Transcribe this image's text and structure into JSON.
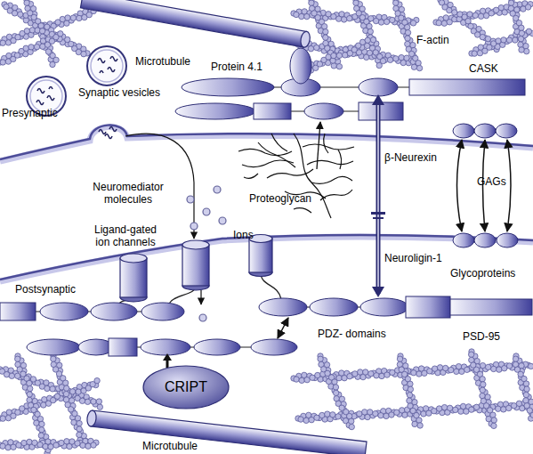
{
  "diagram": {
    "nodes": [
      {
        "text": [
          "CRIPT"
        ]
      }
    ],
    "labels": [
      "Microtubule",
      "F-actin",
      "Protein 4.1",
      "CASK",
      "Synaptic vesicles",
      "Presynaptic",
      "β-Neurexin",
      "Neuromediator molecules",
      "Proteoglycan",
      "GAGs",
      "Ligand-gated ion channels",
      "Ions",
      "Neuroligin-1",
      "Glycoproteins",
      "Postsynaptic",
      "PDZ- domains",
      "PSD-95",
      "Microtubule"
    ]
  }
}
